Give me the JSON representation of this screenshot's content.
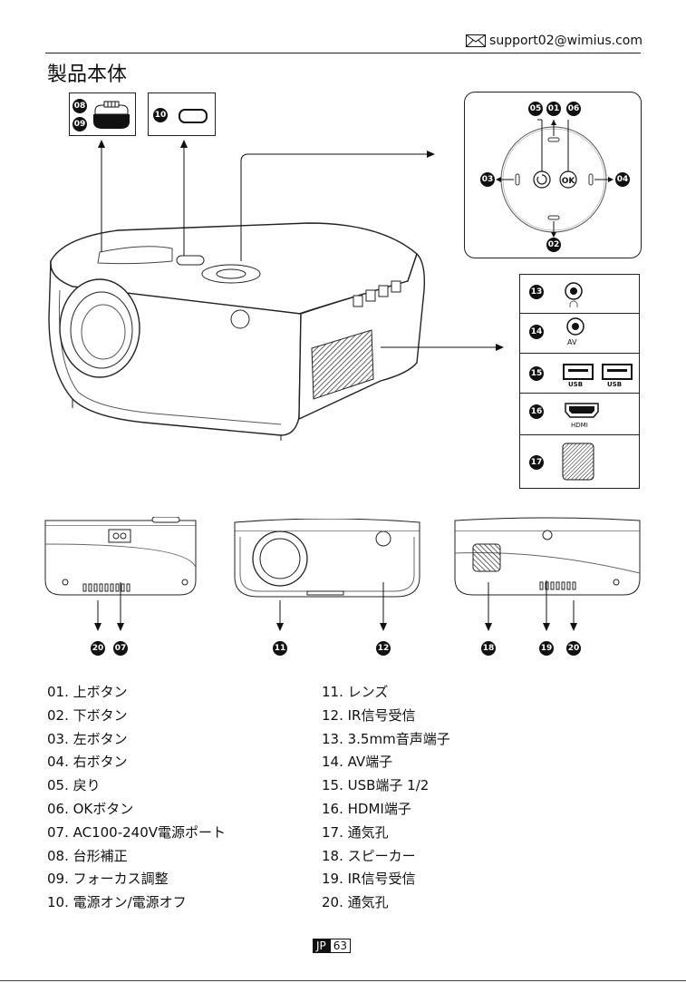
{
  "header": {
    "email": "support02@wimius.com",
    "title": "製品本体"
  },
  "callouts": {
    "b01": "01",
    "b02": "02",
    "b03": "03",
    "b04": "04",
    "b05": "05",
    "b06": "06",
    "b07": "07",
    "b08": "08",
    "b09": "09",
    "b10": "10",
    "b11": "11",
    "b12": "12",
    "b13": "13",
    "b14": "14",
    "b15": "15",
    "b16": "16",
    "b17": "17",
    "b18": "18",
    "b19": "19",
    "b20": "20"
  },
  "port_labels": {
    "av": "AV",
    "usb1": "USB",
    "usb2": "USB",
    "hdmi": "HDMI",
    "ok": "OK"
  },
  "parts_left": [
    "01. 上ボタン",
    "02. 下ボタン",
    "03. 左ボタン",
    "04. 右ボタン",
    "05. 戻り",
    "06. OKボタン",
    "07. AC100-240V電源ポート",
    "08. 台形補正",
    "09. フォーカス調整",
    "10. 電源オン/電源オフ"
  ],
  "parts_right": [
    "11. レンズ",
    "12. IR信号受信",
    "13. 3.5mm音声端子",
    "14. AV端子",
    "15. USB端子 1/2",
    "16. HDMI端子",
    "17. 通気孔",
    "18. スピーカー",
    "19. IR信号受信",
    "20. 通気孔"
  ],
  "footer": {
    "lang": "JP",
    "page": "63"
  }
}
